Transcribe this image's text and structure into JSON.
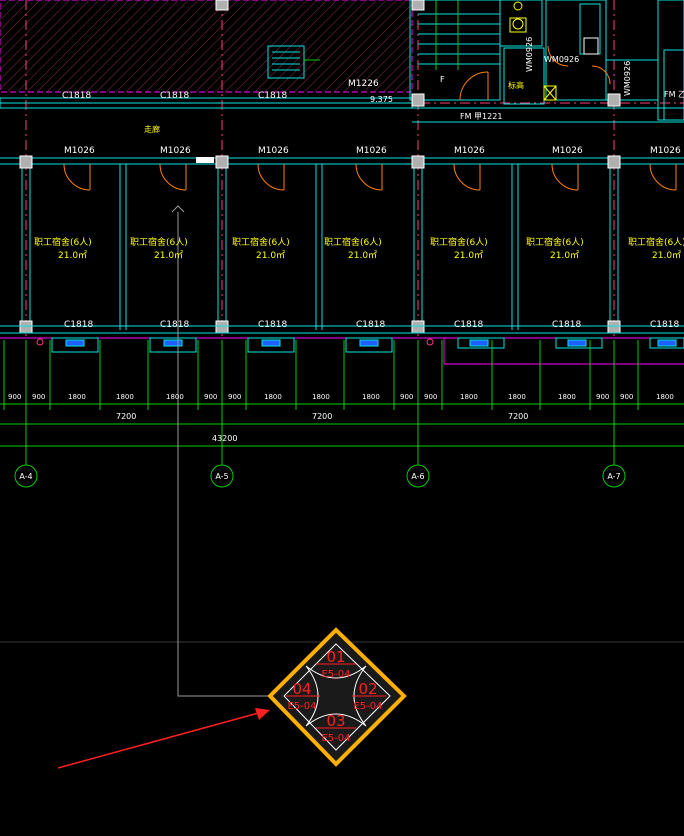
{
  "plan": {
    "top_windows": [
      "C1818",
      "C1818",
      "C1818"
    ],
    "door_top_mid": "M1226",
    "elev_mark": "9.375",
    "corridor_note": "走廊",
    "fire_door": "FM 甲1221",
    "wc_door_a": "WM0926",
    "wc_door_b": "WM0926",
    "wc_door_c": "WM0926",
    "fm_right": "FM 乙",
    "shaft_note": "标高",
    "stair_f": "F",
    "room_doors": [
      "M1026",
      "M1026",
      "M1026",
      "M1026",
      "M1026",
      "M1026",
      "M1026"
    ],
    "room_name": "职工宿舍(6人)",
    "room_area": "21.0㎡",
    "bottom_windows": [
      "C1818",
      "C1818",
      "C1818",
      "C1818",
      "C1818",
      "C1818",
      "C1818"
    ],
    "dims_small": [
      "900",
      "900",
      "1800",
      "1800",
      "1800",
      "900",
      "900",
      "1800",
      "1800",
      "1800",
      "900",
      "900",
      "1800",
      "1800",
      "1800",
      "900",
      "900",
      "1800"
    ],
    "dims_bay": [
      "7200",
      "7200",
      "7200"
    ],
    "dim_total": "43200",
    "axes": [
      "A-4",
      "A-5",
      "A-6",
      "A-7"
    ]
  },
  "detail_index": {
    "q_top_num": "01",
    "q_top_ref": "E5-04",
    "q_left_num": "04",
    "q_left_ref": "E5-04",
    "q_right_num": "02",
    "q_right_ref": "E5-04",
    "q_bottom_num": "03",
    "q_bottom_ref": "E5-04"
  },
  "colors": {
    "wall": "#00e5e5",
    "grid_line": "#00cc00",
    "axis_dash": "#ff3d7a",
    "text_yellow": "#ffff00",
    "text_white": "#ffffff",
    "door": "#ff7f00",
    "magenta": "#ff00ff",
    "highlight": "#ffb000",
    "red": "#ff2020"
  }
}
